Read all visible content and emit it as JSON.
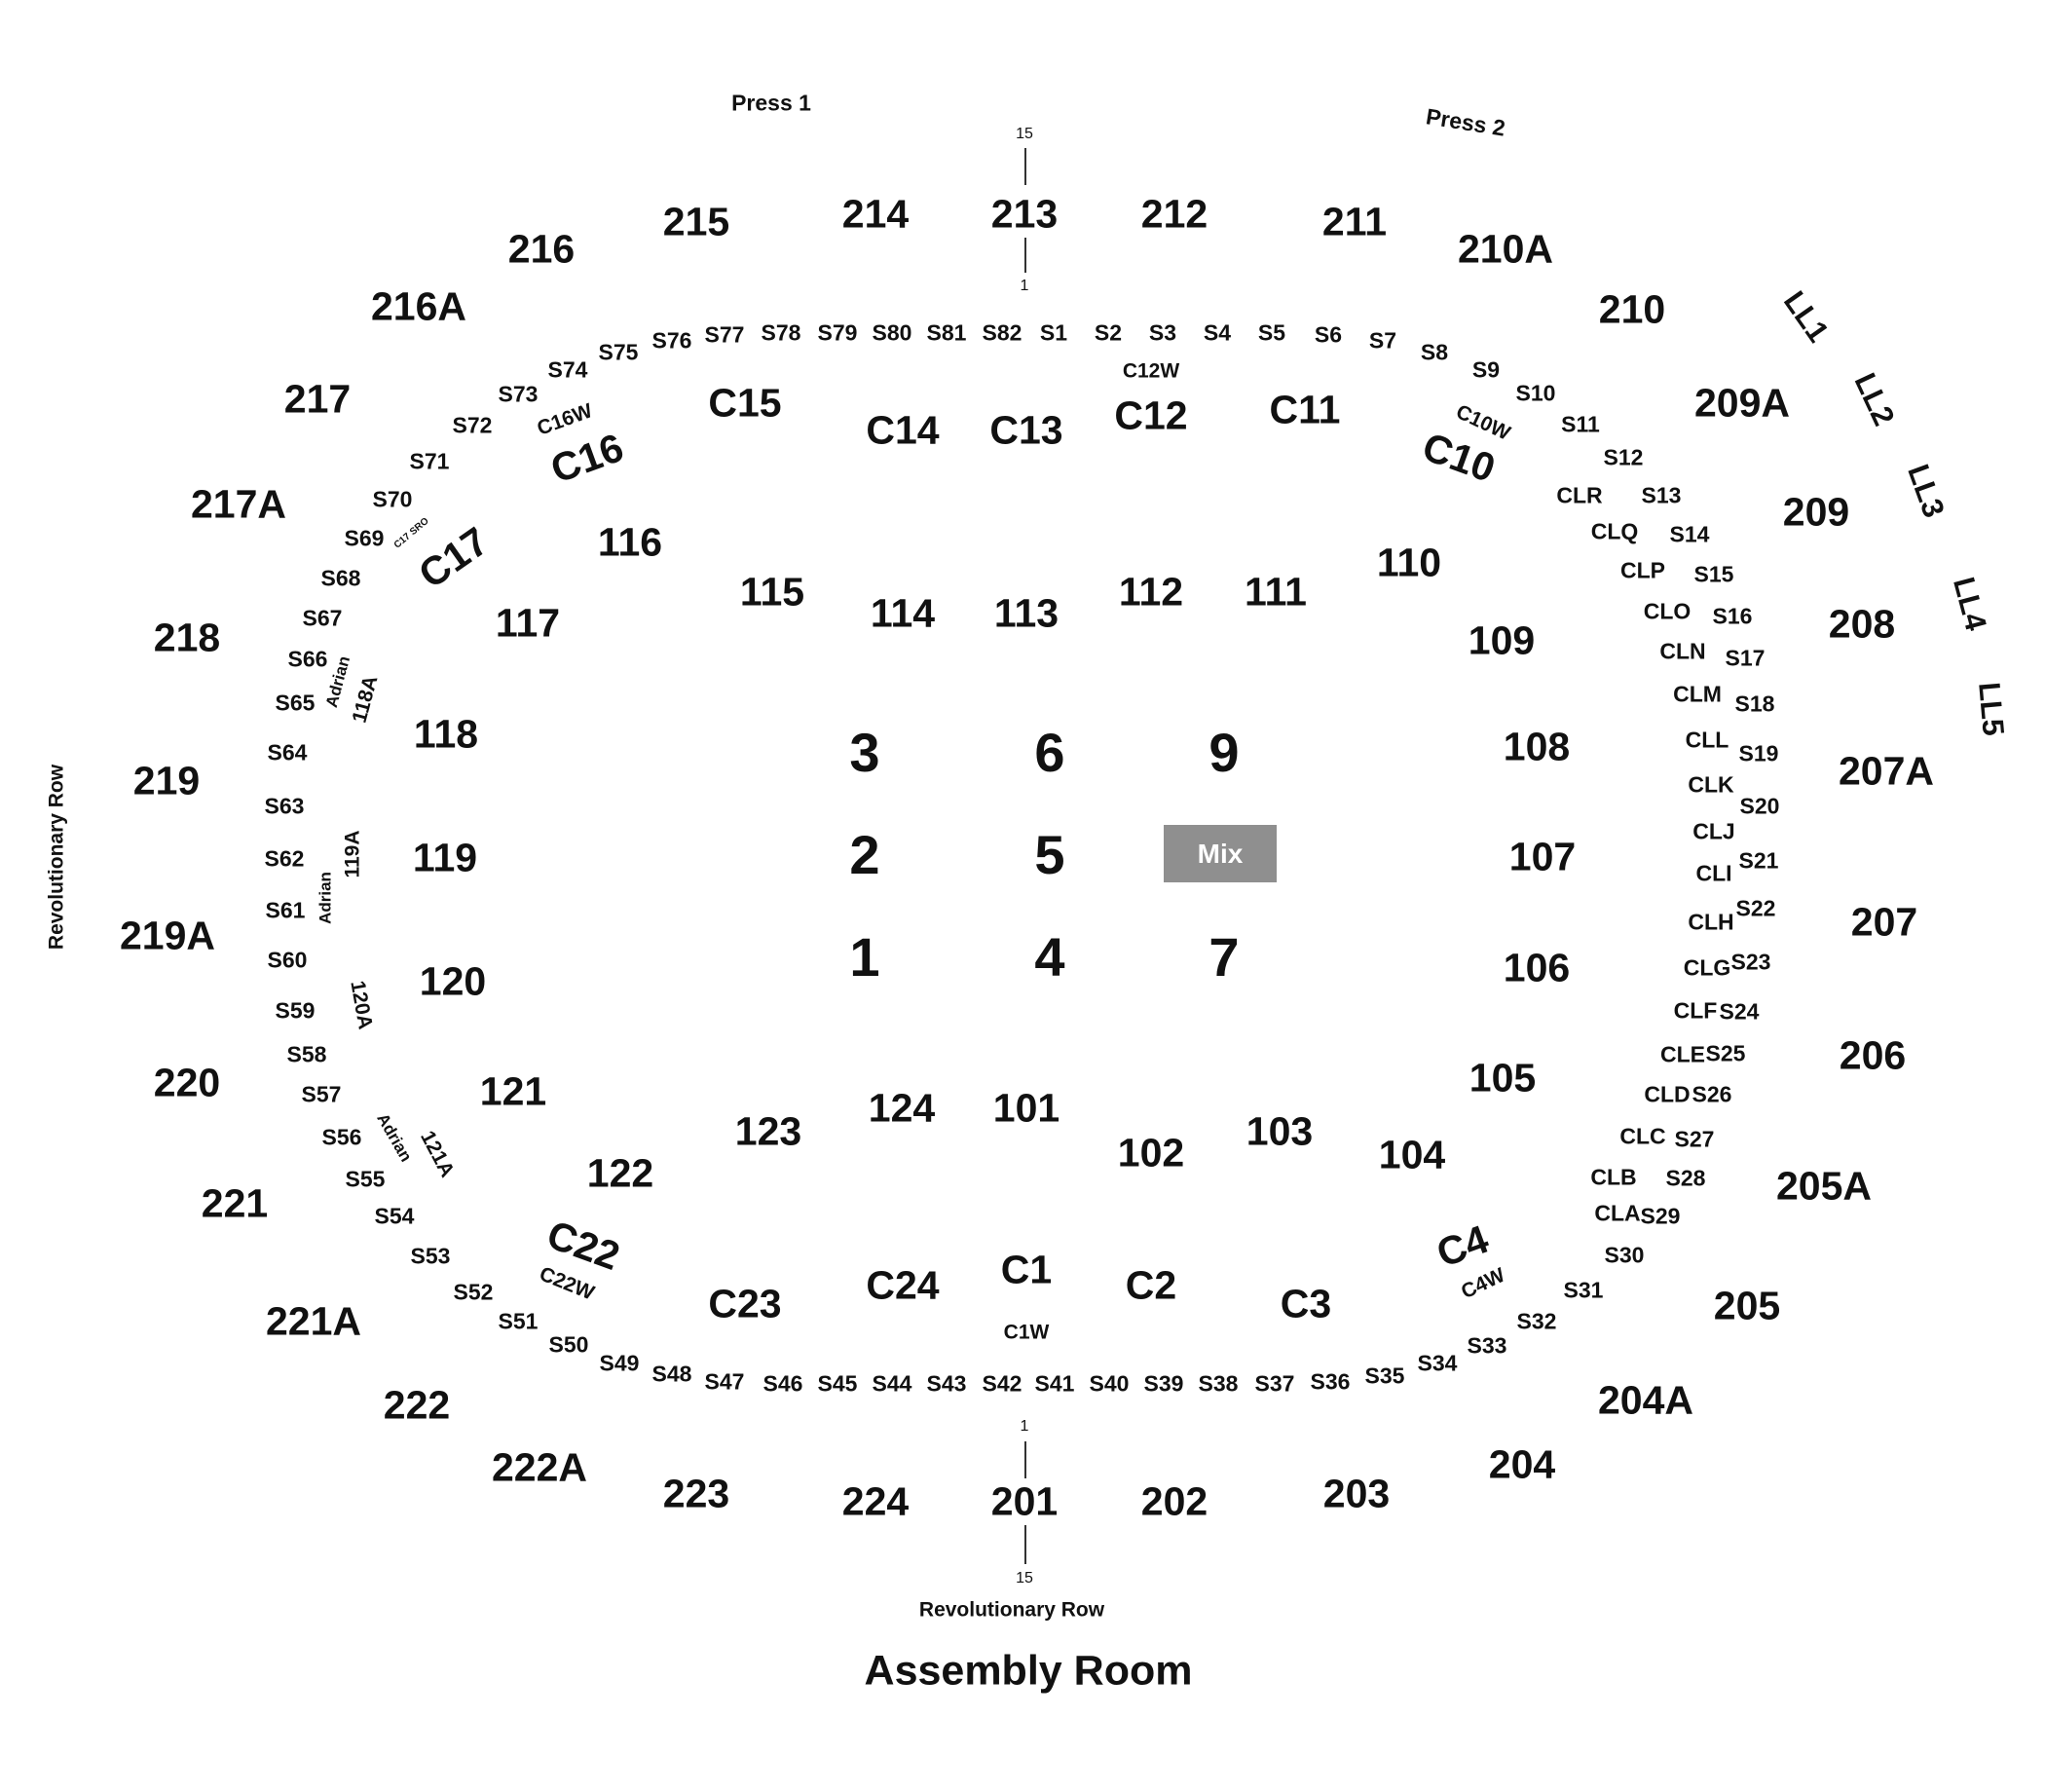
{
  "title": "Assembly Room",
  "press_boxes": [
    "Press 1",
    "Press 2"
  ],
  "revolutionary_row_labels": [
    "Revolutionary Row",
    "Revolutionary Row"
  ],
  "row_markers": {
    "top": [
      "15",
      "1"
    ],
    "bottom": [
      "1",
      "15"
    ]
  },
  "mix": "Mix",
  "sections_200": [
    "201",
    "202",
    "203",
    "204",
    "204A",
    "205",
    "205A",
    "206",
    "207",
    "207A",
    "208",
    "209",
    "209A",
    "210",
    "210A",
    "211",
    "212",
    "213",
    "214",
    "215",
    "216",
    "216A",
    "217",
    "217A",
    "218",
    "219",
    "219A",
    "220",
    "221",
    "221A",
    "222",
    "222A",
    "223",
    "224"
  ],
  "sections_100": [
    "101",
    "102",
    "103",
    "104",
    "105",
    "106",
    "107",
    "108",
    "109",
    "110",
    "111",
    "112",
    "113",
    "114",
    "115",
    "116",
    "117",
    "118",
    "119",
    "120",
    "121",
    "122",
    "123",
    "124"
  ],
  "adrian_sections": [
    "118A",
    "119A",
    "120A",
    "121A"
  ],
  "adrian_label": "Adrian",
  "club_sections": [
    "C1",
    "C2",
    "C3",
    "C4",
    "C10",
    "C11",
    "C12",
    "C13",
    "C14",
    "C15",
    "C16",
    "C17",
    "C22",
    "C23",
    "C24"
  ],
  "club_w_sections": [
    "C1W",
    "C4W",
    "C10W",
    "C12W",
    "C16W",
    "C22W"
  ],
  "c17_sro": "C17 SRO",
  "suites": [
    "S1",
    "S2",
    "S3",
    "S4",
    "S5",
    "S6",
    "S7",
    "S8",
    "S9",
    "S10",
    "S11",
    "S12",
    "S13",
    "S14",
    "S15",
    "S16",
    "S17",
    "S18",
    "S19",
    "S20",
    "S21",
    "S22",
    "S23",
    "S24",
    "S25",
    "S26",
    "S27",
    "S28",
    "S29",
    "S30",
    "S31",
    "S32",
    "S33",
    "S34",
    "S35",
    "S36",
    "S37",
    "S38",
    "S39",
    "S40",
    "S41",
    "S42",
    "S43",
    "S44",
    "S45",
    "S46",
    "S47",
    "S48",
    "S49",
    "S50",
    "S51",
    "S52",
    "S53",
    "S54",
    "S55",
    "S56",
    "S57",
    "S58",
    "S59",
    "S60",
    "S61",
    "S62",
    "S63",
    "S64",
    "S65",
    "S66",
    "S67",
    "S68",
    "S69",
    "S70",
    "S71",
    "S72",
    "S73",
    "S74",
    "S75",
    "S76",
    "S77",
    "S78",
    "S79",
    "S80",
    "S81",
    "S82"
  ],
  "club_lounges": [
    "CLA",
    "CLB",
    "CLC",
    "CLD",
    "CLE",
    "CLF",
    "CLG",
    "CLH",
    "CLI",
    "CLJ",
    "CLK",
    "CLL",
    "CLM",
    "CLN",
    "CLO",
    "CLP",
    "CLQ",
    "CLR"
  ],
  "loge_levels": [
    "LL1",
    "LL2",
    "LL3",
    "LL4",
    "LL5"
  ],
  "floor_sections": [
    "1",
    "2",
    "3",
    "4",
    "5",
    "6",
    "7",
    "9"
  ]
}
